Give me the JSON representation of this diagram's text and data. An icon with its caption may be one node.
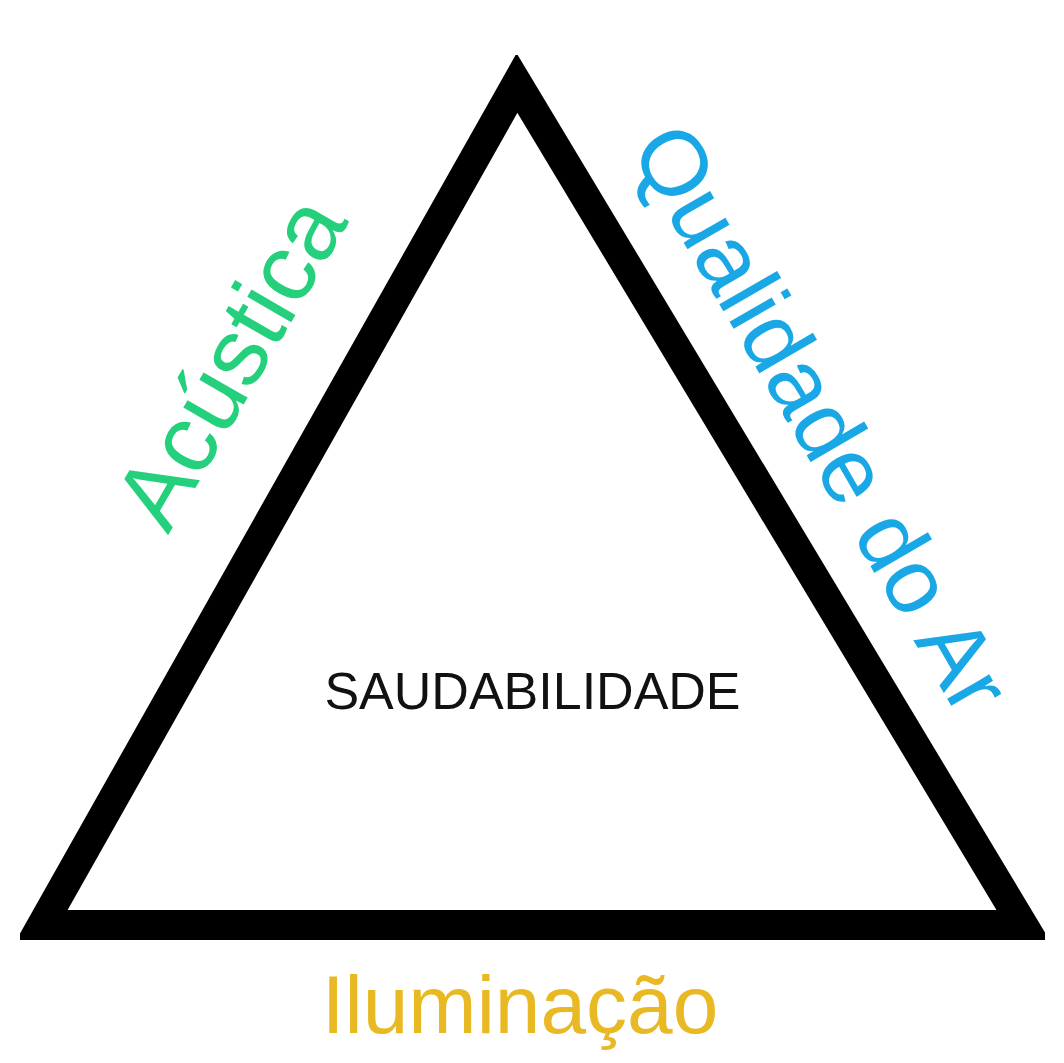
{
  "diagram": {
    "nodes": [
      {
        "text": [
          "SAUDABILIDADE"
        ]
      }
    ],
    "edges": [],
    "labels": [
      "Acústica",
      "Qualidade do Ar",
      "Iluminação"
    ]
  }
}
